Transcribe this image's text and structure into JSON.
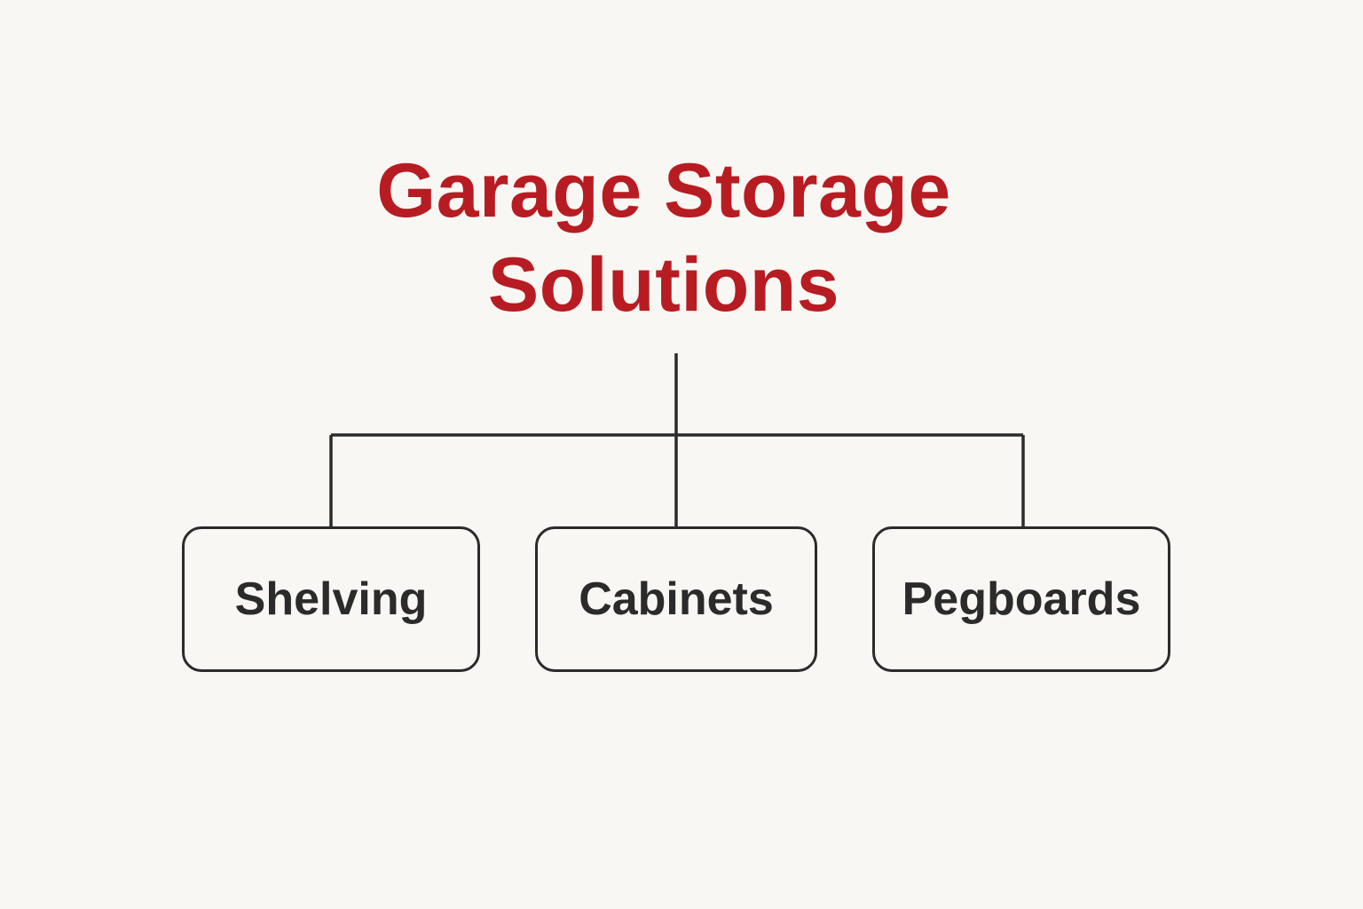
{
  "colors": {
    "background": "#f9f7f3",
    "title": "#b71c22",
    "line": "#2b2b2b",
    "text": "#2b2b2b"
  },
  "diagram": {
    "title_lines": [
      "Garage Storage",
      "Solutions"
    ],
    "children": [
      {
        "label": "Shelving"
      },
      {
        "label": "Cabinets"
      },
      {
        "label": "Pegboards"
      }
    ]
  }
}
